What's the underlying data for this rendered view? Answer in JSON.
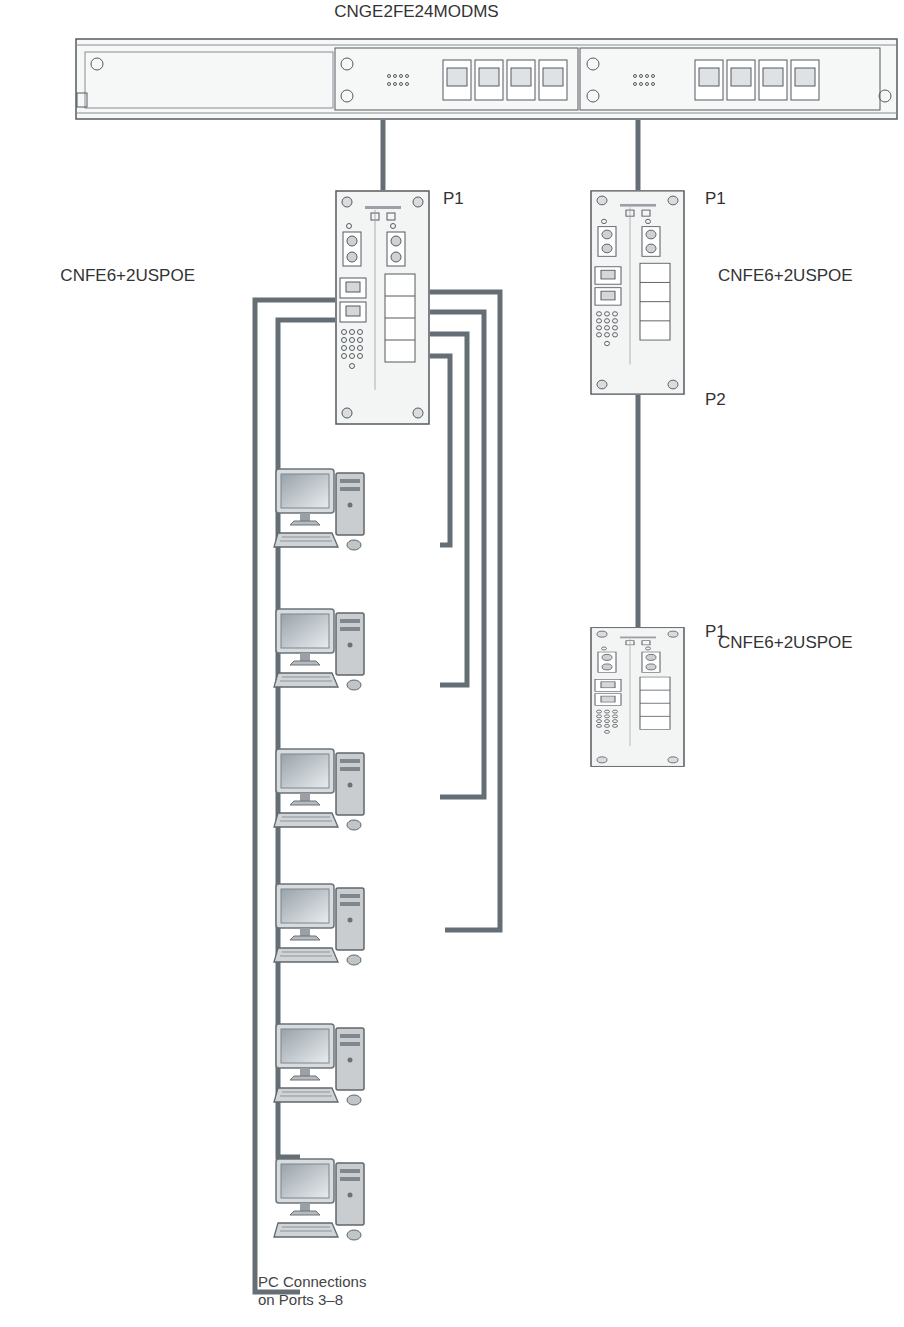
{
  "diagram": {
    "nodes": [
      {
        "text": [
          "CNGE2FE24MODMS"
        ]
      },
      {
        "text": [
          "CNFE6+2USPOE"
        ]
      },
      {
        "text": [
          "CNFE6+2USPOE"
        ]
      },
      {
        "text": [
          "CNFE6+2USPOE"
        ]
      }
    ],
    "edges": [
      {
        "from": 0,
        "to": 1,
        "arrow": "none"
      },
      {
        "from": 0,
        "to": 2,
        "arrow": "none"
      },
      {
        "from": 2,
        "to": 3,
        "arrow": "none"
      }
    ],
    "labels": [
      "P1",
      "P1",
      "P2",
      "P1",
      "PC Connections on Ports 3–8"
    ]
  }
}
